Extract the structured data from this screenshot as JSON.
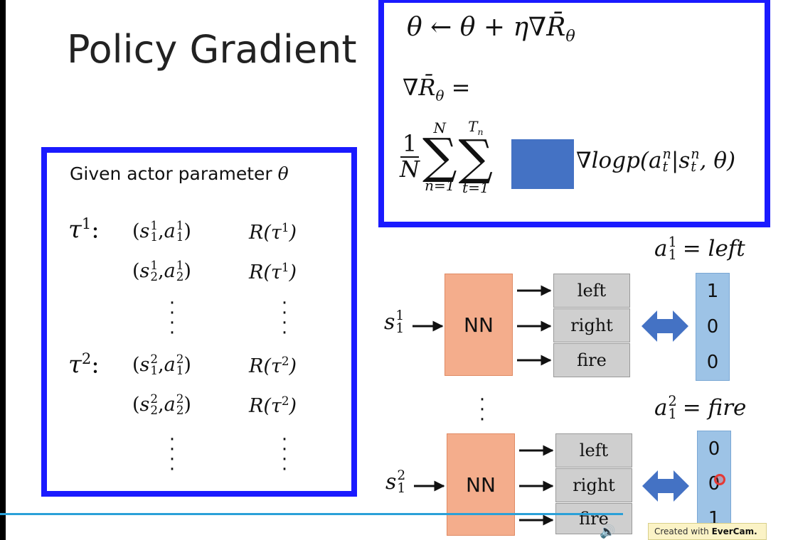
{
  "slide": {
    "title": "Policy Gradient"
  },
  "formula": {
    "update_lhs": "θ",
    "update_arrow": "←",
    "update_rhs": "θ + η∇",
    "update_R": "R̄",
    "update_sub": "θ",
    "grad_label": "∇",
    "grad_R": "R̄",
    "grad_sub": "θ",
    "grad_eq": "=",
    "frac_num": "1",
    "frac_den": "N",
    "sum_symbol": "∑",
    "sum1_upper": "N",
    "sum1_lower": "n=1",
    "sum2_upper": "T",
    "sum2_upper_sub": "n",
    "sum2_lower": "t=1",
    "log_term": "∇logp(a",
    "log_a_sup": "n",
    "log_a_sub": "t",
    "log_bar": "|s",
    "log_s_sup": "n",
    "log_s_sub": "t",
    "log_end": ", θ)"
  },
  "actor": {
    "given_text": "Given actor parameter",
    "given_symbol": "θ",
    "traj1_label": "τ",
    "traj1_sup": "1",
    "traj2_label": "τ",
    "traj2_sup": "2",
    "colon": ":",
    "rows": [
      {
        "s_sup": "1",
        "s_sub": "1",
        "a_sup": "1",
        "a_sub": "1",
        "r_sup": "1"
      },
      {
        "s_sup": "1",
        "s_sub": "2",
        "a_sup": "1",
        "a_sub": "2",
        "r_sup": "1"
      },
      {
        "s_sup": "2",
        "s_sub": "1",
        "a_sup": "2",
        "a_sub": "1",
        "r_sup": "2"
      },
      {
        "s_sup": "2",
        "s_sub": "2",
        "a_sup": "2",
        "a_sub": "2",
        "r_sup": "2"
      }
    ],
    "R": "R(τ",
    "R_close": ")"
  },
  "network1": {
    "state": "s",
    "state_sup": "1",
    "state_sub": "1",
    "nn_label": "NN",
    "actions": [
      "left",
      "right",
      "fire"
    ],
    "target_label": "a",
    "target_sup": "1",
    "target_sub": "1",
    "target_eq": "= left",
    "vector": [
      "1",
      "0",
      "0"
    ]
  },
  "network2": {
    "state": "s",
    "state_sup": "2",
    "state_sub": "1",
    "nn_label": "NN",
    "actions": [
      "left",
      "right",
      "fire"
    ],
    "target_label": "a",
    "target_sup": "2",
    "target_sub": "1",
    "target_eq": "= fire",
    "vector": [
      "0",
      "0",
      "1"
    ]
  },
  "watermark": {
    "text": "Created with",
    "brand": "EverCam."
  },
  "colors": {
    "box_border": "#1a1aff",
    "nn_fill": "#f4ad8c",
    "action_fill": "#cfcfcf",
    "vector_fill": "#9dc3e6",
    "reward_mask": "#4472c4",
    "double_arrow": "#4472c4"
  }
}
